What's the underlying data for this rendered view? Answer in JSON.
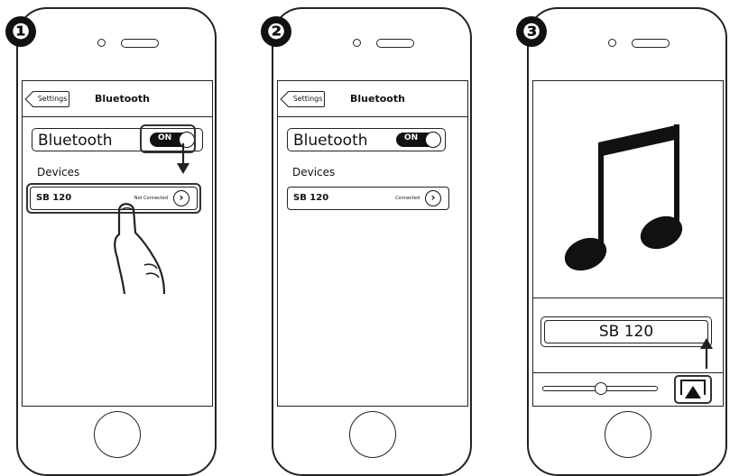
{
  "steps": [
    {
      "number": "❶",
      "back_label": "Settings",
      "title": "Bluetooth",
      "bluetooth_label": "Bluetooth",
      "toggle_label": "ON",
      "devices_label": "Devices",
      "device_name": "SB 120",
      "device_status": "Not Connected",
      "chevron": "›"
    },
    {
      "number": "❷",
      "back_label": "Settings",
      "title": "Bluetooth",
      "bluetooth_label": "Bluetooth",
      "toggle_label": "ON",
      "devices_label": "Devices",
      "device_name": "SB 120",
      "device_status": "Connected",
      "chevron": "›"
    },
    {
      "number": "❸",
      "device_button": "SB 120"
    }
  ],
  "icons": [
    "music-note-icon",
    "airplay-icon",
    "hand-pointer-icon",
    "arrow-down-icon",
    "arrow-up-icon",
    "chevron-right-icon"
  ],
  "colors": {
    "ink": "#111111",
    "background": "#ffffff"
  }
}
